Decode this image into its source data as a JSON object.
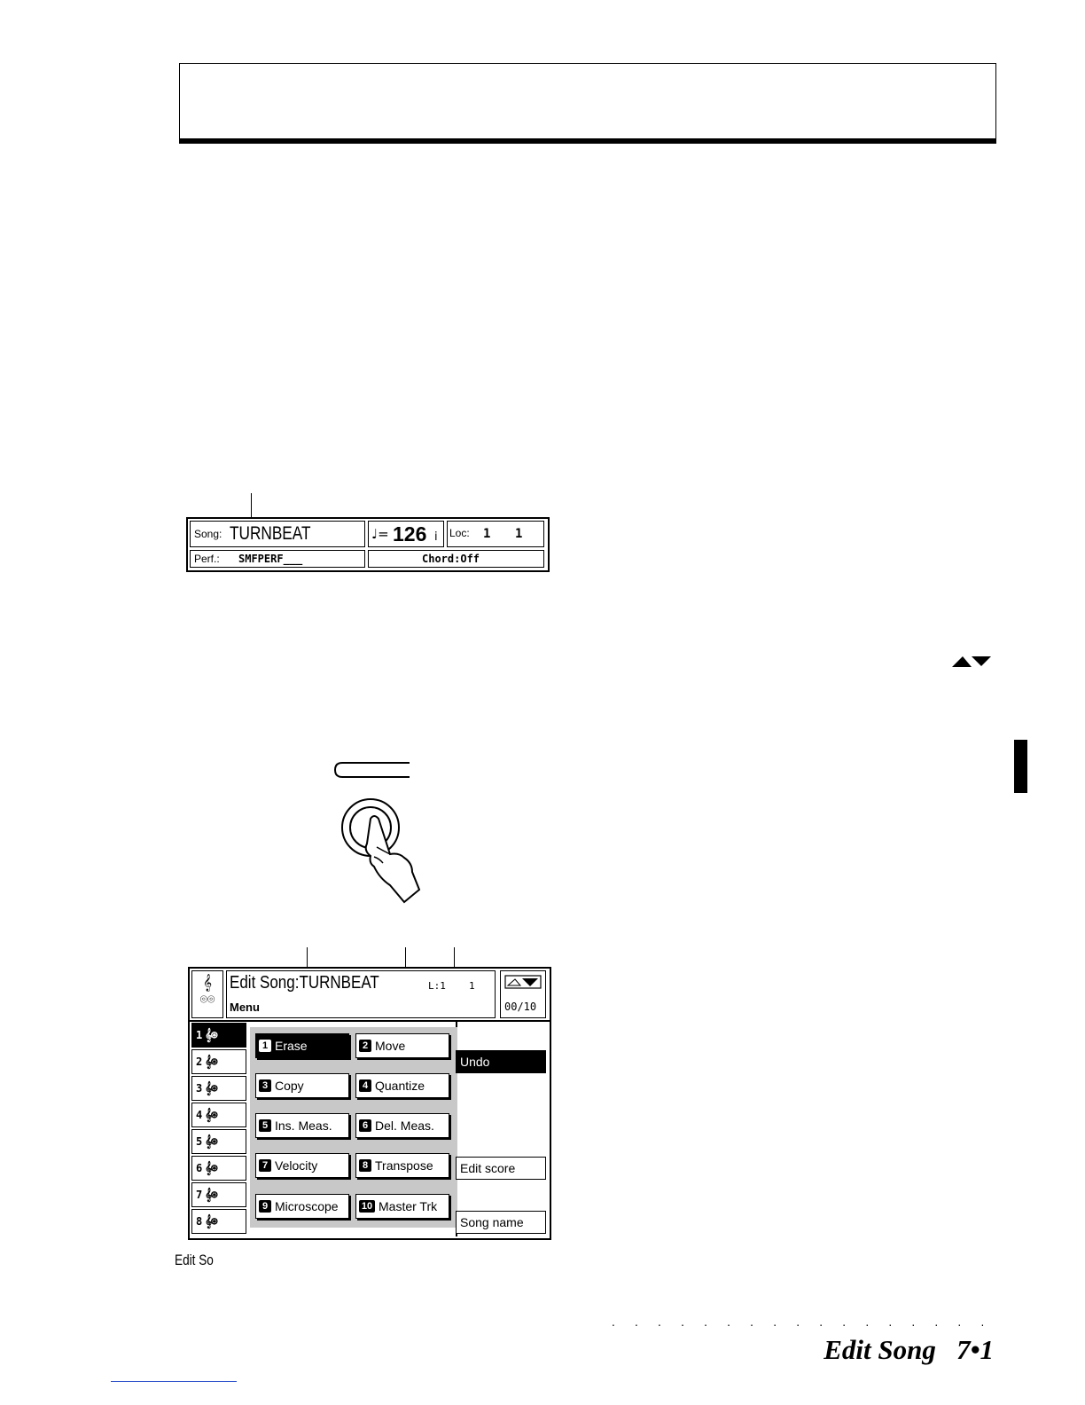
{
  "display1": {
    "song_label": "Song:",
    "song_name": "TURNBEAT",
    "tempo_symbol": "♩=",
    "tempo": "126",
    "tempo_suffix": "i",
    "loc_label": "Loc:",
    "loc_measure": "1",
    "loc_beat": "1",
    "perf_label": "Perf.:",
    "perf_value": "SMFPERF___",
    "chord_value": "Chord:Off"
  },
  "display2": {
    "title_prefix": "Edit Song:",
    "song_name": "TURNBEAT",
    "subtitle": "Menu",
    "loc": "L:1",
    "loc_beat": "1",
    "page_counter": "00/10",
    "tracks": [
      "1",
      "2",
      "3",
      "4",
      "5",
      "6",
      "7",
      "8"
    ],
    "menu": [
      {
        "num": "1",
        "label": "Erase"
      },
      {
        "num": "2",
        "label": "Move"
      },
      {
        "num": "3",
        "label": "Copy"
      },
      {
        "num": "4",
        "label": "Quantize"
      },
      {
        "num": "5",
        "label": "Ins. Meas."
      },
      {
        "num": "6",
        "label": "Del. Meas."
      },
      {
        "num": "7",
        "label": "Velocity"
      },
      {
        "num": "8",
        "label": "Transpose"
      },
      {
        "num": "9",
        "label": "Microscope"
      },
      {
        "num": "10",
        "label": "Master Trk"
      }
    ],
    "side": {
      "undo": "Undo",
      "edit_score": "Edit score",
      "song_name_btn": "Song name"
    }
  },
  "caption": "Edit So",
  "footer": {
    "section": "Edit Song",
    "page": "7•1"
  }
}
